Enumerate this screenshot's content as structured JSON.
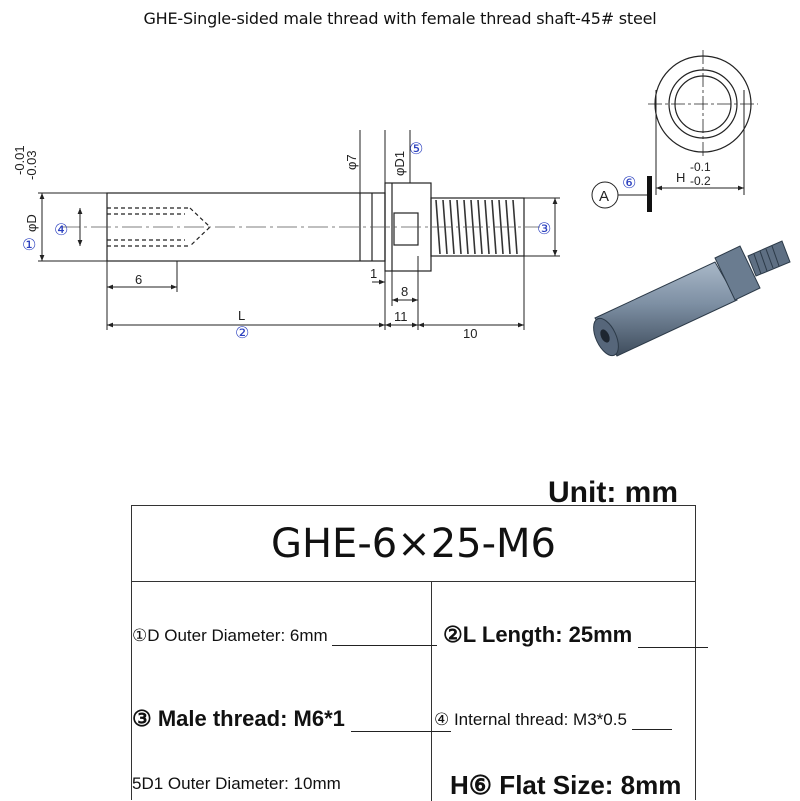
{
  "title": "GHE-Single-sided male thread with female thread shaft-45# steel",
  "drawing": {
    "dia_tolerance_top": "-0.01",
    "dia_tolerance_bottom": "-0.03",
    "phi_d_label": "φD",
    "circle_1": "①",
    "circle_2": "②",
    "circle_3": "③",
    "circle_4": "④",
    "circle_5": "⑤",
    "circle_6": "⑥",
    "phi_7": "φ7",
    "phi_d1": "φD1",
    "dim_6": "6",
    "dim_1": "1",
    "dim_8": "8",
    "dim_11": "11",
    "dim_10": "10",
    "dim_l": "L",
    "h_label": "H",
    "h_tol_top": "-0.1",
    "h_tol_bottom": "-0.2",
    "datum_a": "A"
  },
  "unit_label": "Unit: mm",
  "model": "GHE-6×25-M6",
  "specs": {
    "d_outer": "①D Outer Diameter: 6mm",
    "l_length": "②L Length: 25mm",
    "male_thread": "③ Male thread: M6*1",
    "internal_thread": "④ Internal thread: M3*0.5",
    "d1_outer": "5D1 Outer Diameter: 10mm",
    "h_flat": "H⑥ Flat Size: 8mm"
  },
  "colors": {
    "ink": "#222222",
    "annotation_blue": "#2a3fbf",
    "shaft_body": "#7d8fa3"
  }
}
